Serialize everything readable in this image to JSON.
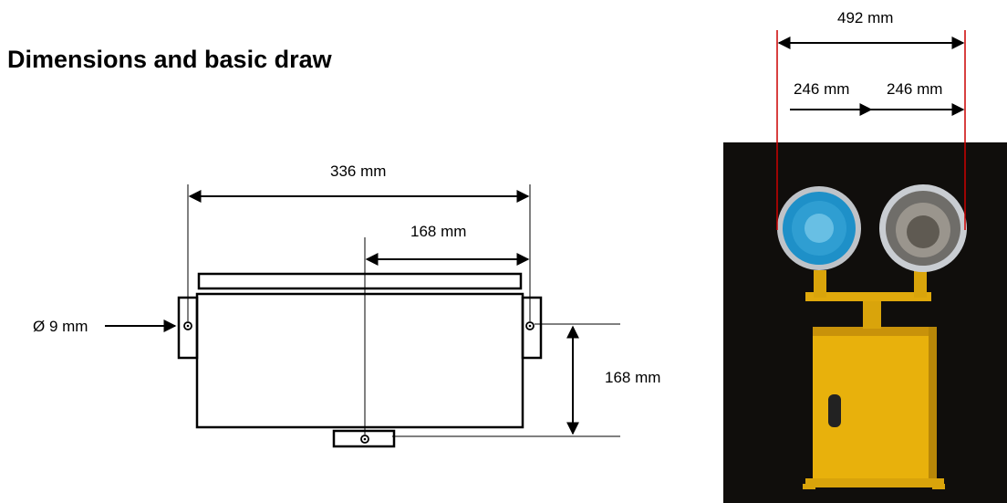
{
  "page": {
    "title": "Dimensions and basic draw"
  },
  "drawing": {
    "overall_width": "336 mm",
    "half_width": "168 mm",
    "hole_diameter": "Ø 9 mm",
    "height": "168 mm"
  },
  "photo": {
    "overall_width": "492 mm",
    "left_half": "246 mm",
    "right_half": "246 mm"
  },
  "colors": {
    "line": "#000000",
    "guide_red": "#cc0000",
    "photo_bg": "#0b0a09",
    "housing_yellow": "#e8b10c",
    "lens_blue": "#1e90c8",
    "chrome": "#bfc3c8"
  }
}
